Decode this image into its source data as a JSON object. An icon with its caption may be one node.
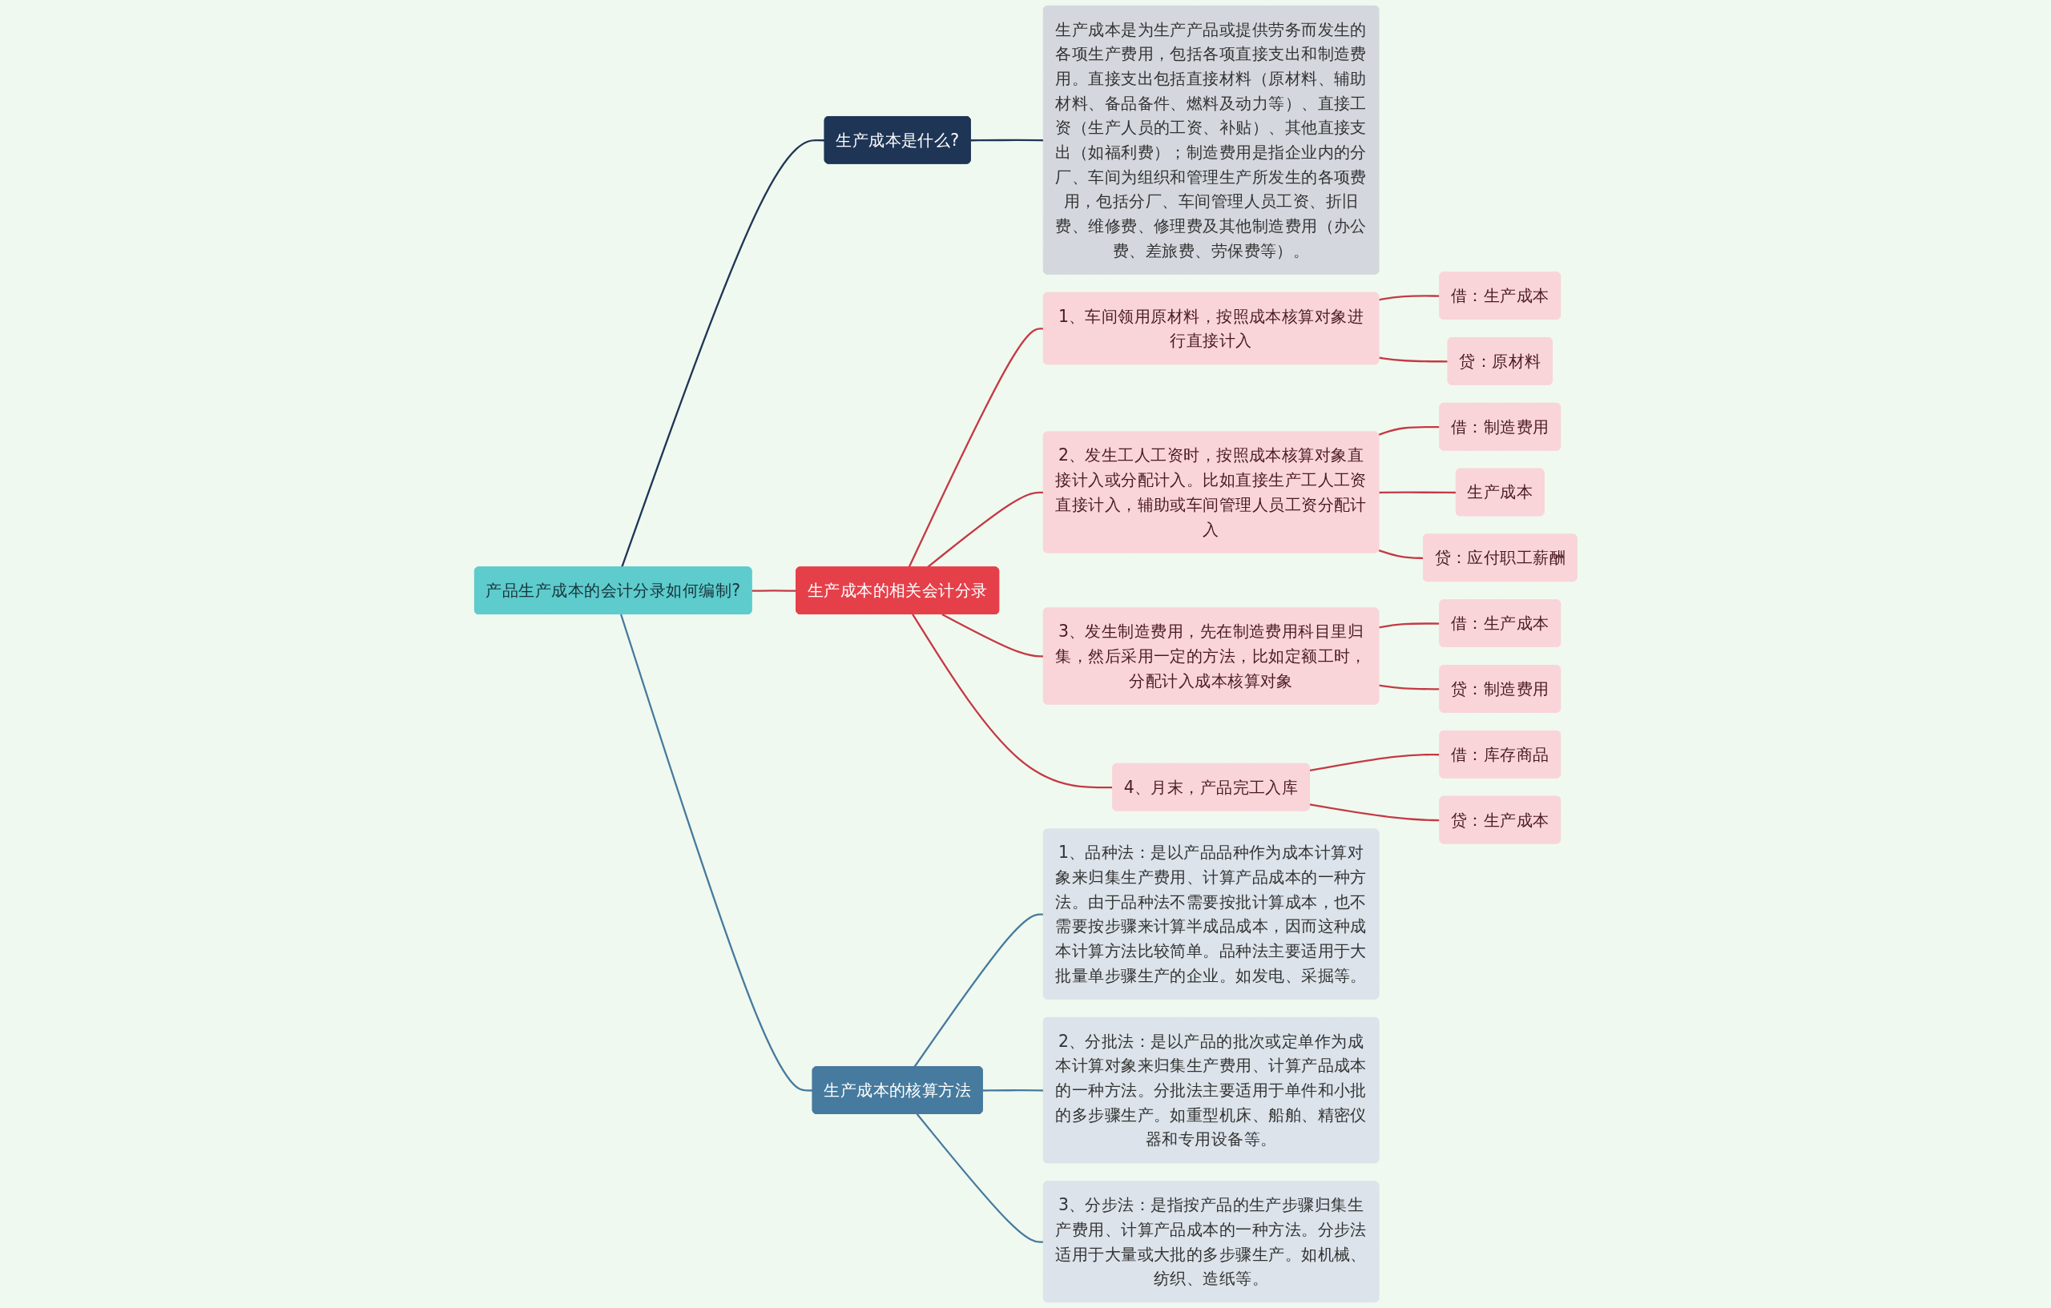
{
  "diagram": {
    "nodes": [
      {
        "text": [
          "产品生产成本的会计分录如何编制?"
        ]
      },
      {
        "text": [
          "生产成本是什么?"
        ]
      },
      {
        "text": [
          "生产成本是为生产产品或提供劳务而发生的各项生产费用，包括各项直接支出和制造费用。直接支出包括直接材料（原材料、辅助材料、备品备件、燃料及动力等）、直接工资（生产人员的工资、补贴）、其他直接支出（如福利费）；制造费用是指企业内的分厂、车间为组织和管理生产所发生的各项费用，包括分厂、车间管理人员工资、折旧费、维修费、修理费及其他制造费用（办公费、差旅费、劳保费等）。"
        ]
      },
      {
        "text": [
          "生产成本的相关会计分录"
        ]
      },
      {
        "text": [
          "1、车间领用原材料，按照成本核算对象进行直接计入"
        ]
      },
      {
        "text": [
          "借：生产成本"
        ]
      },
      {
        "text": [
          "贷：原材料"
        ]
      },
      {
        "text": [
          "2、发生工人工资时，按照成本核算对象直接计入或分配计入。比如直接生产工人工资直接计入，辅助或车间管理人员工资分配计入"
        ]
      },
      {
        "text": [
          "借：制造费用"
        ]
      },
      {
        "text": [
          "生产成本"
        ]
      },
      {
        "text": [
          "贷：应付职工薪酬"
        ]
      },
      {
        "text": [
          "3、发生制造费用，先在制造费用科目里归集，然后采用一定的方法，比如定额工时，分配计入成本核算对象"
        ]
      },
      {
        "text": [
          "借：生产成本"
        ]
      },
      {
        "text": [
          "贷：制造费用"
        ]
      },
      {
        "text": [
          "4、月末，产品完工入库"
        ]
      },
      {
        "text": [
          "借：库存商品"
        ]
      },
      {
        "text": [
          "贷：生产成本"
        ]
      },
      {
        "text": [
          "生产成本的核算方法"
        ]
      },
      {
        "text": [
          "1、品种法：是以产品品种作为成本计算对象来归集生产费用、计算产品成本的一种方法。由于品种法不需要按批计算成本，也不需要按步骤来计算半成品成本，因而这种成本计算方法比较简单。品种法主要适用于大批量单步骤生产的企业。如发电、采掘等。"
        ]
      },
      {
        "text": [
          "2、分批法：是以产品的批次或定单作为成本计算对象来归集生产费用、计算产品成本的一种方法。分批法主要适用于单件和小批的多步骤生产。如重型机床、船舶、精密仪器和专用设备等。"
        ]
      },
      {
        "text": [
          "3、分步法：是指按产品的生产步骤归集生产费用、计算产品成本的一种方法。分步法适用于大量或大批的多步骤生产。如机械、纺织、造纸等。"
        ]
      }
    ],
    "edges": [
      {
        "from": 0,
        "to": 1,
        "arrow": "none",
        "color": "#1e3556"
      },
      {
        "from": 1,
        "to": 2,
        "arrow": "none",
        "color": "#1e3556"
      },
      {
        "from": 0,
        "to": 3,
        "arrow": "none"
      },
      {
        "from": 3,
        "to": 4,
        "arrow": "none"
      },
      {
        "from": 4,
        "to": 5,
        "arrow": "none"
      },
      {
        "from": 4,
        "to": 6,
        "arrow": "none"
      },
      {
        "from": 3,
        "to": 7,
        "arrow": "none"
      },
      {
        "from": 7,
        "to": 8,
        "arrow": "none"
      },
      {
        "from": 7,
        "to": 9,
        "arrow": "none"
      },
      {
        "from": 7,
        "to": 10,
        "arrow": "none"
      },
      {
        "from": 3,
        "to": 11,
        "arrow": "none"
      },
      {
        "from": 11,
        "to": 12,
        "arrow": "none"
      },
      {
        "from": 11,
        "to": 13,
        "arrow": "none"
      },
      {
        "from": 3,
        "to": 14,
        "arrow": "none"
      },
      {
        "from": 14,
        "to": 15,
        "arrow": "none"
      },
      {
        "from": 14,
        "to": 16,
        "arrow": "none"
      },
      {
        "from": 0,
        "to": 17,
        "arrow": "none",
        "color": "#467a9e"
      },
      {
        "from": 17,
        "to": 18,
        "arrow": "none",
        "color": "#467a9e"
      },
      {
        "from": 17,
        "to": 19,
        "arrow": "none",
        "color": "#467a9e"
      },
      {
        "from": 17,
        "to": 20,
        "arrow": "none",
        "color": "#467a9e"
      }
    ]
  }
}
